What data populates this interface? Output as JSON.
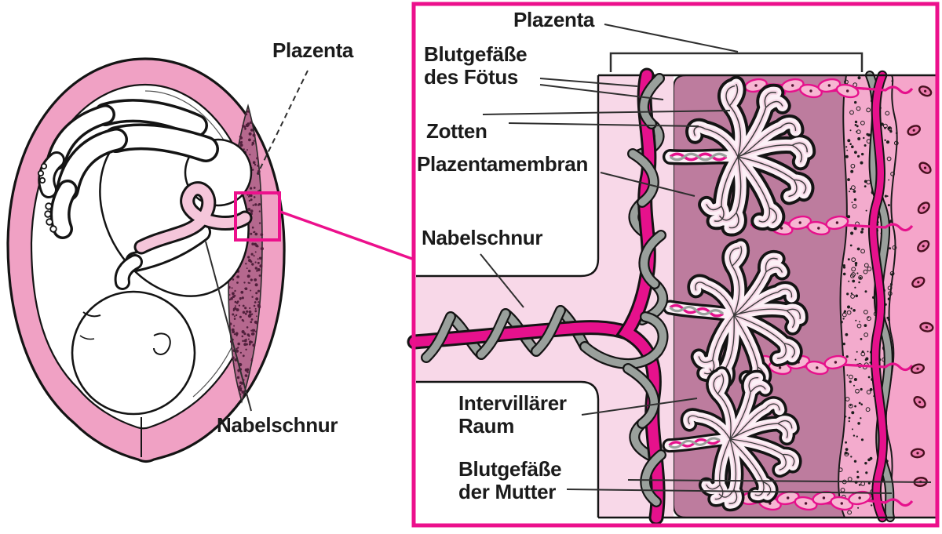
{
  "figure": {
    "description_left": "fetus in womb overview",
    "description_right": "magnified placenta cross-section"
  },
  "left_panel": {
    "labels": {
      "plazenta": "Plazenta",
      "nabelschnur": "Nabelschnur"
    }
  },
  "right_panel": {
    "labels": {
      "plazenta": "Plazenta",
      "blutgefaesse_foetus": "Blutgefäße\ndes Fötus",
      "zotten": "Zotten",
      "plazentamembran": "Plazentamembran",
      "nabelschnur": "Nabelschnur",
      "intervillaerer_raum": "Intervillärer\nRaum",
      "blutgefaesse_mutter": "Blutgefäße\nder Mutter"
    }
  },
  "colors": {
    "accent": "#ec108c",
    "magenta_vessel": "#e6118c",
    "gray_vessel": "#9aa09c",
    "womb_wall": "#f0a1c4",
    "placenta_dark": "#b5688e",
    "light_pink": "#f8d8e8",
    "intervillous": "#bd7c9e",
    "decidua": "#f3abcd",
    "maternal_blood_band": "#f5a5ca",
    "cord_pink": "#f5c6da",
    "villi": "#fcf0f6",
    "cell_fill": "#f7b6d2",
    "rbc_fill": "#ef7db0",
    "rbc_outline": "#47101f"
  }
}
